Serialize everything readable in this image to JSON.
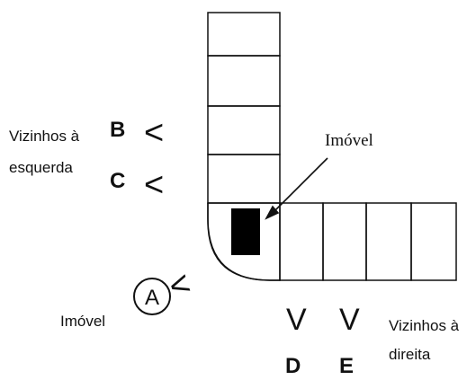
{
  "labels": {
    "left_neighbors": [
      "Vizinhos à",
      "esquerda"
    ],
    "right_neighbors": [
      "Vizinhos à",
      "direita"
    ],
    "property_top": "Imóvel",
    "property_bottom": "Imóvel"
  },
  "markers": {
    "B": "B",
    "C": "C",
    "A": "A",
    "D": "D",
    "E": "E"
  },
  "symbols": {
    "less_than": "<",
    "v_mark": "V"
  },
  "colors": {
    "ink": "#111111",
    "background": "#ffffff"
  }
}
